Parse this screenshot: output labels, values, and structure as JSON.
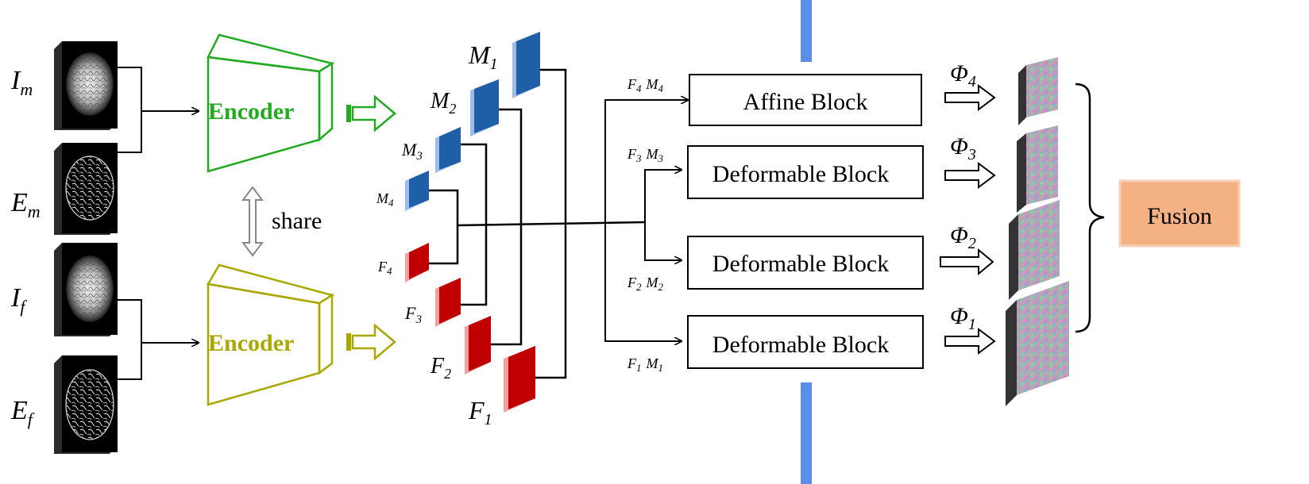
{
  "inputs": {
    "moving_image": {
      "base": "I",
      "sub": "m"
    },
    "moving_edge": {
      "base": "E",
      "sub": "m"
    },
    "fixed_image": {
      "base": "I",
      "sub": "f"
    },
    "fixed_edge": {
      "base": "E",
      "sub": "f"
    }
  },
  "encoders": {
    "top_label": "Encoder",
    "bottom_label": "Encoder",
    "share_label": "share",
    "top_color": "#22aa22",
    "bottom_color": "#a8a800"
  },
  "features": {
    "moving": [
      {
        "base": "M",
        "sub": "1"
      },
      {
        "base": "M",
        "sub": "2"
      },
      {
        "base": "M",
        "sub": "3"
      },
      {
        "base": "M",
        "sub": "4"
      }
    ],
    "fixed": [
      {
        "base": "F",
        "sub": "4"
      },
      {
        "base": "F",
        "sub": "3"
      },
      {
        "base": "F",
        "sub": "2"
      },
      {
        "base": "F",
        "sub": "1"
      }
    ],
    "moving_color": "#1f5fa8",
    "fixed_color": "#c00000"
  },
  "blocks": [
    {
      "label": "Affine Block",
      "input": {
        "f": "F",
        "fs": "4",
        "m": "M",
        "ms": "4"
      },
      "phi": {
        "base": "Φ",
        "sub": "4"
      }
    },
    {
      "label": "Deformable Block",
      "input": {
        "f": "F",
        "fs": "3",
        "m": "M",
        "ms": "3"
      },
      "phi": {
        "base": "Φ",
        "sub": "3"
      }
    },
    {
      "label": "Deformable Block",
      "input": {
        "f": "F",
        "fs": "2",
        "m": "M",
        "ms": "2"
      },
      "phi": {
        "base": "Φ",
        "sub": "2"
      }
    },
    {
      "label": "Deformable Block",
      "input": {
        "f": "F",
        "fs": "1",
        "m": "M",
        "ms": "1"
      },
      "phi": {
        "base": "Φ",
        "sub": "1"
      }
    }
  ],
  "fusion": {
    "label": "Fusion",
    "color": "#f4b183"
  },
  "divider_color": "#5b8ee6"
}
